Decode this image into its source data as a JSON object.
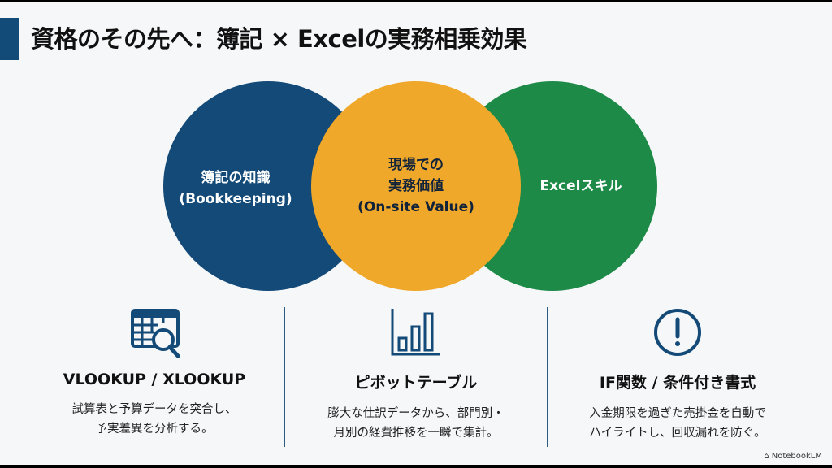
{
  "title": "資格のその先へ：簿記 × Excelの実務相乗効果",
  "venn": {
    "left": {
      "line1": "簿記の知識",
      "line2": "(Bookkeeping)",
      "color": "#134a78"
    },
    "center": {
      "line1": "現場での",
      "line2": "実務価値",
      "line3": "(On-site Value)",
      "color": "#f0a82b"
    },
    "right": {
      "line1": "Excelスキル",
      "color": "#1e8a48"
    }
  },
  "columns": [
    {
      "icon": "table-search-icon",
      "heading": "VLOOKUP / XLOOKUP",
      "desc1": "試算表と予算データを突合し、",
      "desc2": "予実差異を分析する。"
    },
    {
      "icon": "bar-chart-icon",
      "heading": "ピボットテーブル",
      "desc1": "膨大な仕訳データから、部門別・",
      "desc2": "月別の経費推移を一瞬で集計。"
    },
    {
      "icon": "alert-circle-icon",
      "heading": "IF関数 / 条件付き書式",
      "desc1": "入金期限を過ぎた売掛金を自動で",
      "desc2": "ハイライトし、回収漏れを防ぐ。"
    }
  ],
  "watermark": "NotebookLM"
}
